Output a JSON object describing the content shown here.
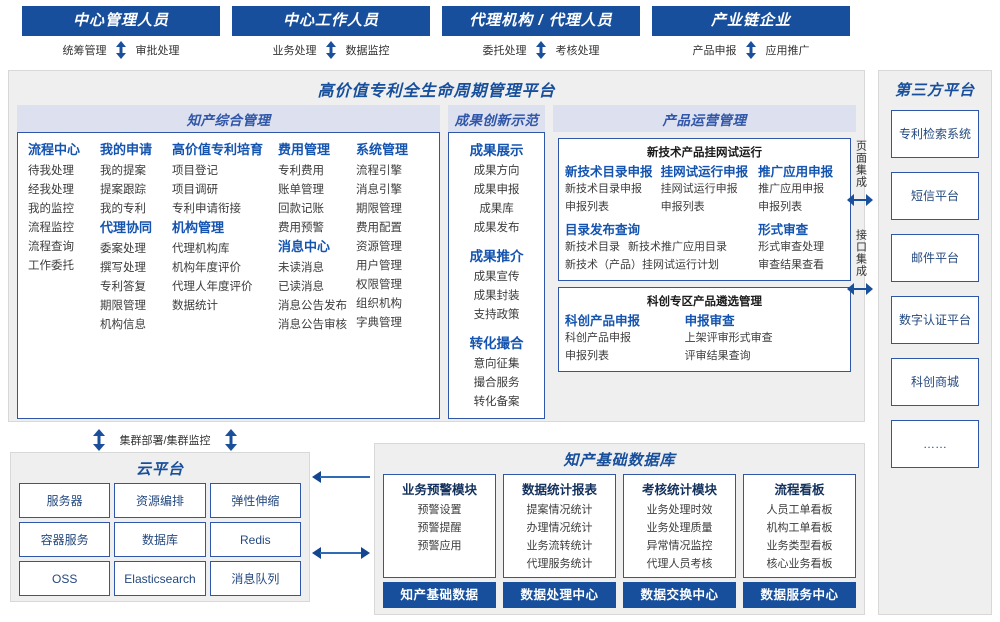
{
  "roles": [
    {
      "title": "中心管理人员",
      "left_action": "统筹管理",
      "right_action": "审批处理"
    },
    {
      "title": "中心工作人员",
      "left_action": "业务处理",
      "right_action": "数据监控"
    },
    {
      "title": "代理机构 / 代理人员",
      "left_action": "委托处理",
      "right_action": "考核处理"
    },
    {
      "title": "产业链企业",
      "left_action": "产品申报",
      "right_action": "应用推广"
    }
  ],
  "platform": {
    "title": "高价值专利全生命周期管理平台",
    "zhichan": {
      "title": "知产综合管理",
      "col1": {
        "groups": [
          {
            "name": "流程中心",
            "items": [
              "待我处理",
              "经我处理",
              "我的监控",
              "流程监控",
              "流程查询",
              "工作委托"
            ]
          }
        ]
      },
      "col2": {
        "groups": [
          {
            "name": "我的申请",
            "items": [
              "我的提案",
              "提案跟踪",
              "我的专利"
            ]
          },
          {
            "name": "代理协同",
            "items": [
              "委案处理",
              "撰写处理",
              "专利答复",
              "期限管理",
              "机构信息"
            ]
          }
        ]
      },
      "col3": {
        "groups": [
          {
            "name": "高价值专利培育",
            "items": [
              "项目登记",
              "项目调研",
              "专利申请衔接"
            ]
          },
          {
            "name": "机构管理",
            "items": [
              "代理机构库",
              "机构年度评价",
              "代理人年度评价",
              "数据统计"
            ]
          }
        ]
      },
      "col4": {
        "groups": [
          {
            "name": "费用管理",
            "items": [
              "专利费用",
              "账单管理",
              "回款记账",
              "费用预警"
            ]
          },
          {
            "name": "消息中心",
            "items": [
              "未读消息",
              "已读消息",
              "消息公告发布",
              "消息公告审核"
            ]
          }
        ]
      },
      "col5": {
        "groups": [
          {
            "name": "系统管理",
            "items": [
              "流程引擎",
              "消息引擎",
              "期限管理",
              "费用配置",
              "资源管理",
              "用户管理",
              "权限管理",
              "组织机构",
              "字典管理"
            ]
          }
        ]
      }
    },
    "chengguo": {
      "title": "成果创新示范",
      "groups": [
        {
          "name": "成果展示",
          "items": [
            "成果方向",
            "成果申报",
            "成果库",
            "成果发布"
          ]
        },
        {
          "name": "成果推介",
          "items": [
            "成果宣传",
            "成果封装",
            "支持政策"
          ]
        },
        {
          "name": "转化撮合",
          "items": [
            "意向征集",
            "撮合服务",
            "转化备案"
          ]
        }
      ]
    },
    "chanpin": {
      "title": "产品运营管理",
      "card1": {
        "title": "新技术产品挂网试运行",
        "cols": [
          {
            "name": "新技术目录申报",
            "items": [
              "新技术目录申报",
              "申报列表"
            ]
          },
          {
            "name": "挂网试运行申报",
            "items": [
              "挂网试运行申报",
              "申报列表"
            ]
          },
          {
            "name": "推广应用申报",
            "items": [
              "推广应用申报",
              "申报列表"
            ]
          }
        ],
        "sub_left_name": "目录发布查询",
        "sub_left_items_row1": [
          "新技术目录",
          "新技术推广应用目录"
        ],
        "sub_left_items_row2": [
          "新技术（产品）挂网试运行计划"
        ],
        "sub_right_name": "形式审查",
        "sub_right_items": [
          "形式审查处理",
          "审查结果查看"
        ]
      },
      "card2": {
        "title": "科创专区产品遴选管理",
        "cols": [
          {
            "name": "科创产品申报",
            "items": [
              "科创产品申报",
              "申报列表"
            ]
          },
          {
            "name": "申报审查",
            "items": [
              "上架评审形式审查",
              "评审结果查询"
            ]
          }
        ]
      }
    }
  },
  "integration": {
    "page_label": "页面集成",
    "api_label": "接口集成"
  },
  "thirdparty": {
    "title": "第三方平台",
    "items": [
      "专利检索系统",
      "短信平台",
      "邮件平台",
      "数字认证平台",
      "科创商城",
      "……"
    ]
  },
  "cluster": {
    "label": "集群部署/集群监控"
  },
  "cloud": {
    "title": "云平台",
    "cells": [
      "服务器",
      "资源编排",
      "弹性伸缩",
      "容器服务",
      "数据库",
      "Redis",
      "OSS",
      "Elasticsearch",
      "消息队列"
    ]
  },
  "database": {
    "title": "知产基础数据库",
    "columns": [
      {
        "head": "业务预警模块",
        "items": [
          "预警设置",
          "预警提醒",
          "预警应用"
        ],
        "footer": "知产基础数据"
      },
      {
        "head": "数据统计报表",
        "items": [
          "提案情况统计",
          "办理情况统计",
          "业务流转统计",
          "代理服务统计"
        ],
        "footer": "数据处理中心"
      },
      {
        "head": "考核统计模块",
        "items": [
          "业务处理时效",
          "业务处理质量",
          "异常情况监控",
          "代理人员考核"
        ],
        "footer": "数据交换中心"
      },
      {
        "head": "流程看板",
        "items": [
          "人员工单看板",
          "机构工单看板",
          "业务类型看板",
          "核心业务看板"
        ],
        "footer": "数据服务中心"
      }
    ]
  },
  "colors": {
    "brand_blue": "#174f9c",
    "group_blue": "#1454b0",
    "band_lavender": "#dde0ee",
    "panel_gray": "#efefef",
    "border_blue": "#2f56a8"
  }
}
